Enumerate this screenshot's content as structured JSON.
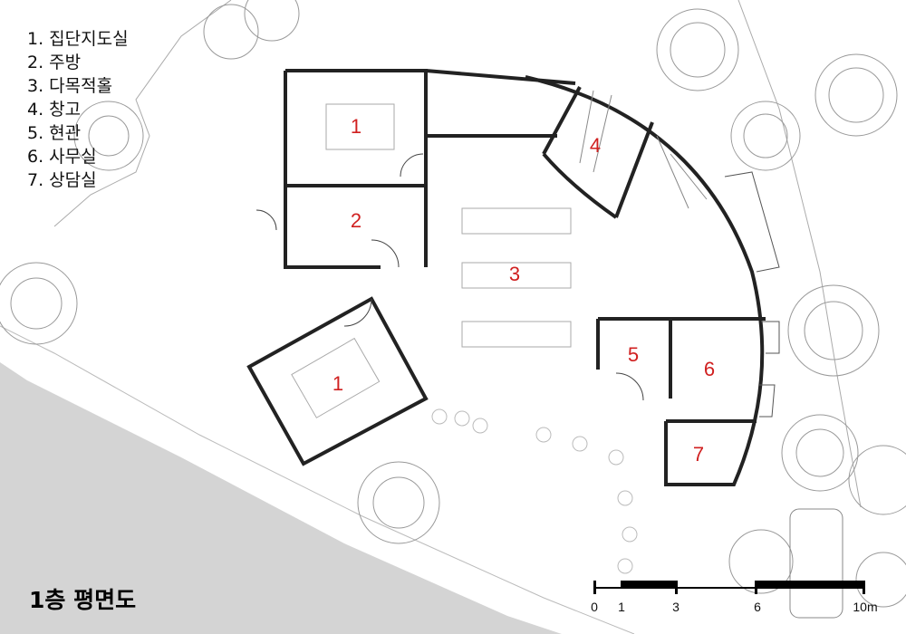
{
  "legend": [
    "1. 집단지도실",
    "2. 주방",
    "3. 다목적홀",
    "4. 창고",
    "5. 현관",
    "6. 사무실",
    "7. 상담실"
  ],
  "title": "1층 평면도",
  "rooms": [
    "1",
    "2",
    "1",
    "3",
    "4",
    "5",
    "6",
    "7"
  ],
  "scale": [
    "0",
    "1",
    "3",
    "6",
    "10m"
  ],
  "colors": {
    "room_label": "#d02020",
    "wall": "#222222",
    "road": "#cfcfcf",
    "tree": "#9a9a9a"
  }
}
